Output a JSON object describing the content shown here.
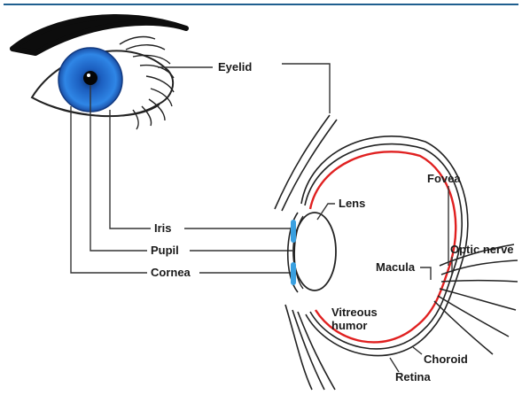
{
  "diagram": {
    "labels": {
      "eyelid": "Eyelid",
      "iris": "Iris",
      "pupil": "Pupil",
      "cornea": "Cornea",
      "lens": "Lens",
      "fovea": "Fovea",
      "optic_nerve": "Optic nerve",
      "macula": "Macula",
      "vitreous_line1": "Vitreous",
      "vitreous_line2": "humor",
      "choroid": "Choroid",
      "retina": "Retina"
    },
    "colors": {
      "frame_line": "#1f5f8f",
      "iris_blue": "#1e6fd0",
      "retina_red": "#e02020",
      "cornea_blue": "#3aa0e0"
    }
  }
}
